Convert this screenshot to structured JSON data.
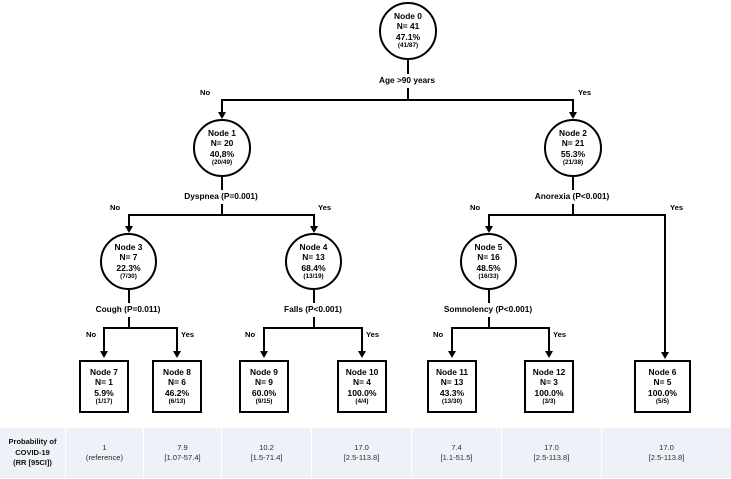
{
  "diagram": {
    "type": "decision-tree",
    "title": "COVID-19 symptom decision tree"
  },
  "nodes": {
    "node0": {
      "title": "Node 0",
      "n": "N= 41",
      "pct": "47.1%",
      "frac": "(41/87)"
    },
    "node1": {
      "title": "Node 1",
      "n": "N= 20",
      "pct": "40,8%",
      "frac": "(20/49)"
    },
    "node2": {
      "title": "Node 2",
      "n": "N= 21",
      "pct": "55.3%",
      "frac": "(21/38)"
    },
    "node3": {
      "title": "Node 3",
      "n": "N= 7",
      "pct": "22.3%",
      "frac": "(7/30)"
    },
    "node4": {
      "title": "Node 4",
      "n": "N= 13",
      "pct": "68.4%",
      "frac": "(13/19)"
    },
    "node5": {
      "title": "Node 5",
      "n": "N= 16",
      "pct": "48.5%",
      "frac": "(16/33)"
    },
    "node6": {
      "title": "Node 6",
      "n": "N= 5",
      "pct": "100.0%",
      "frac": "(5/5)"
    },
    "node7": {
      "title": "Node 7",
      "n": "N= 1",
      "pct": "5.9%",
      "frac": "(1/17)"
    },
    "node8": {
      "title": "Node 8",
      "n": "N= 6",
      "pct": "46.2%",
      "frac": "(6/13)"
    },
    "node9": {
      "title": "Node 9",
      "n": "N= 9",
      "pct": "60.0%",
      "frac": "(9/15)"
    },
    "node10": {
      "title": "Node 10",
      "n": "N= 4",
      "pct": "100.0%",
      "frac": "(4/4)"
    },
    "node11": {
      "title": "Node 11",
      "n": "N= 13",
      "pct": "43.3%",
      "frac": "(13/30)"
    },
    "node12": {
      "title": "Node 12",
      "n": "N= 3",
      "pct": "100.0%",
      "frac": "(3/3)"
    }
  },
  "splits": {
    "age": "Age >90 years",
    "dyspnea": "Dyspnea (P=0.001)",
    "anorexia": "Anorexia (P<0.001)",
    "cough": "Cough (P=0.011)",
    "falls": "Falls (P<0.001)",
    "somnolency": "Somnolency (P<0.001)"
  },
  "branches": {
    "no": "No",
    "yes": "Yes"
  },
  "table": {
    "row_label": [
      "Probability of",
      "COVID-19",
      "(RR [95CI])"
    ],
    "cells": [
      {
        "value": "1",
        "ci": "(reference)"
      },
      {
        "value": "7.9",
        "ci": "[1.07-57.4]"
      },
      {
        "value": "10.2",
        "ci": "[1.5-71.4]"
      },
      {
        "value": "17.0",
        "ci": "[2.5-113.8]"
      },
      {
        "value": "7.4",
        "ci": "[1.1-51.5]"
      },
      {
        "value": "17.0",
        "ci": "[2.5-113.8]"
      },
      {
        "value": "17.0",
        "ci": "[2.5-113.8]"
      }
    ]
  },
  "chart_data": {
    "type": "table",
    "title": "COVID-19 decision tree with terminal node risk ratios",
    "categories": [
      "Node 7",
      "Node 8",
      "Node 9",
      "Node 10",
      "Node 11",
      "Node 12",
      "Node 6"
    ],
    "values": [
      1,
      7.9,
      10.2,
      17.0,
      7.4,
      17.0,
      17.0
    ],
    "ci_lower": [
      null,
      1.07,
      1.5,
      2.5,
      1.1,
      2.5,
      2.5
    ],
    "ci_upper": [
      null,
      57.4,
      71.4,
      113.8,
      51.5,
      113.8,
      113.8
    ],
    "ylabel": "Probability of COVID-19 (RR [95CI])",
    "xlabel": "",
    "tree": {
      "root": {
        "id": "Node 0",
        "n": 41,
        "pct": 47.1,
        "events": 41,
        "total": 87,
        "split": "Age >90 years"
      },
      "edges": [
        {
          "from": "Node 0",
          "to": "Node 1",
          "label": "No"
        },
        {
          "from": "Node 0",
          "to": "Node 2",
          "label": "Yes"
        },
        {
          "from": "Node 1",
          "to": "Node 3",
          "label": "No"
        },
        {
          "from": "Node 1",
          "to": "Node 4",
          "label": "Yes"
        },
        {
          "from": "Node 2",
          "to": "Node 5",
          "label": "No"
        },
        {
          "from": "Node 2",
          "to": "Node 6",
          "label": "Yes"
        },
        {
          "from": "Node 3",
          "to": "Node 7",
          "label": "No"
        },
        {
          "from": "Node 3",
          "to": "Node 8",
          "label": "Yes"
        },
        {
          "from": "Node 4",
          "to": "Node 9",
          "label": "No"
        },
        {
          "from": "Node 4",
          "to": "Node 10",
          "label": "Yes"
        },
        {
          "from": "Node 5",
          "to": "Node 11",
          "label": "No"
        },
        {
          "from": "Node 5",
          "to": "Node 12",
          "label": "Yes"
        }
      ],
      "splits": {
        "Node 1": "Dyspnea (P=0.001)",
        "Node 2": "Anorexia (P<0.001)",
        "Node 3": "Cough (P=0.011)",
        "Node 4": "Falls (P<0.001)",
        "Node 5": "Somnolency (P<0.001)"
      }
    }
  }
}
